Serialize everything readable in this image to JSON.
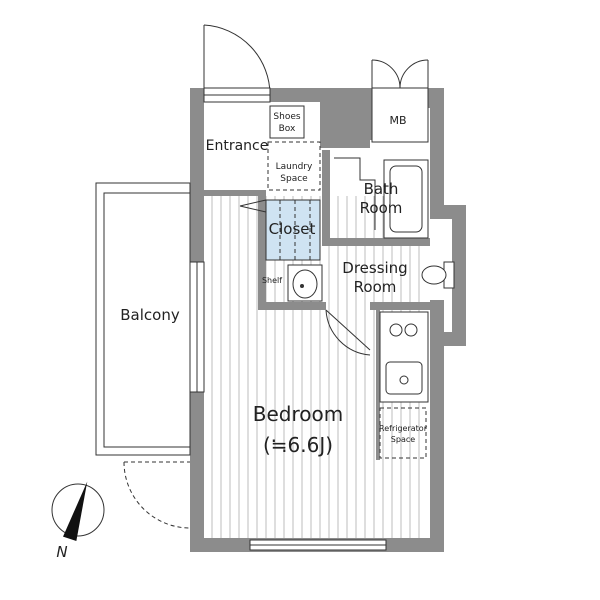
{
  "rooms": {
    "shoes_box_line1": "Shoes",
    "shoes_box_line2": "Box",
    "mb": "MB",
    "entrance": "Entrance",
    "laundry_line1": "Laundry",
    "laundry_line2": "Space",
    "bath_line1": "Bath",
    "bath_line2": "Room",
    "closet": "Closet",
    "shelf": "Shelf",
    "dressing_line1": "Dressing",
    "dressing_line2": "Room",
    "balcony": "Balcony",
    "bedroom": "Bedroom",
    "bedroom_size": "(≒6.6J)",
    "refrigerator_line1": "Refrigerator",
    "refrigerator_line2": "Space"
  },
  "compass": {
    "north_label": "N"
  },
  "colors": {
    "wall": "#8c8c8c",
    "closet_fill": "#cfe3f2",
    "line": "#333333"
  }
}
